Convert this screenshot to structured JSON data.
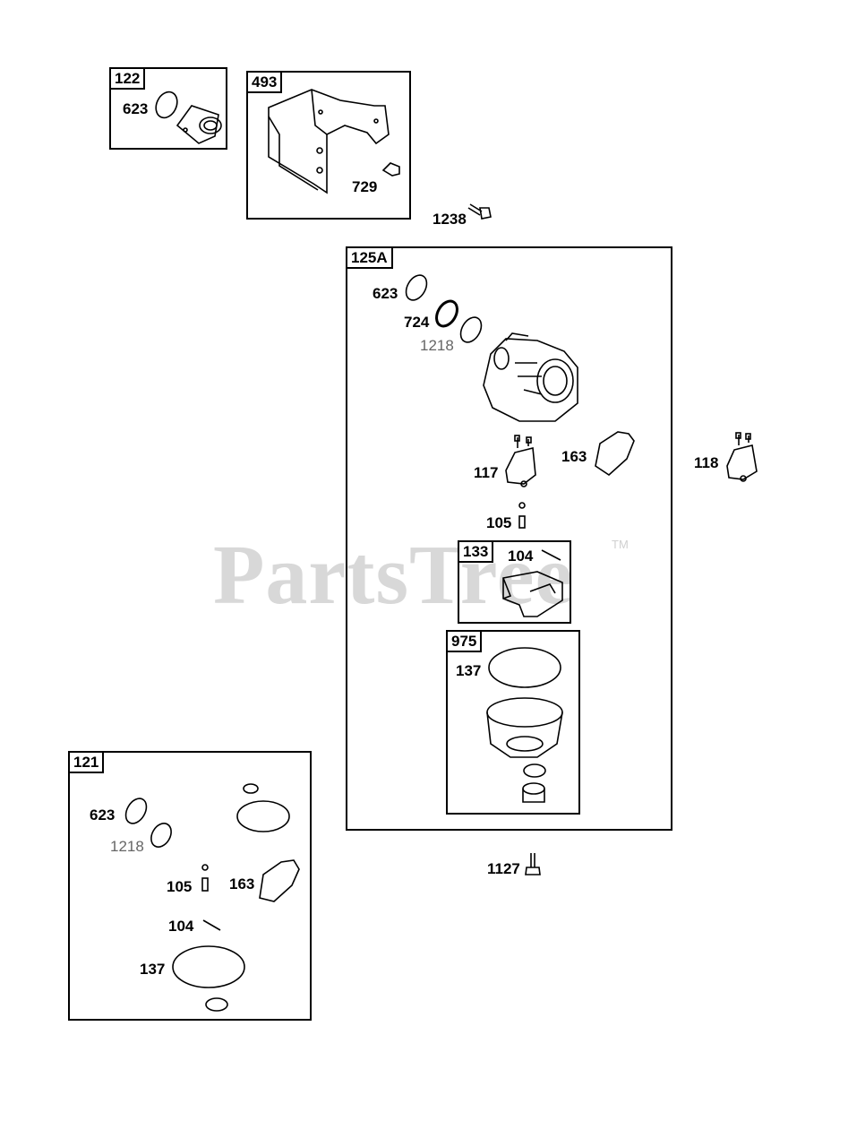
{
  "watermark": {
    "text": "PartsTree",
    "trademark": "TM"
  },
  "boxes": [
    {
      "tag": "122",
      "labels": [
        "623"
      ]
    },
    {
      "tag": "493",
      "labels": [
        "729"
      ]
    },
    {
      "tag": "125A",
      "labels": [
        "623",
        "724",
        "1218",
        "117",
        "163",
        "105"
      ]
    },
    {
      "tag": "133",
      "labels": [
        "104"
      ]
    },
    {
      "tag": "975",
      "labels": [
        "137"
      ]
    },
    {
      "tag": "121",
      "labels": [
        "623",
        "1218",
        "105",
        "163",
        "104",
        "137"
      ]
    }
  ],
  "loose_labels": [
    "1238",
    "118",
    "1127"
  ]
}
